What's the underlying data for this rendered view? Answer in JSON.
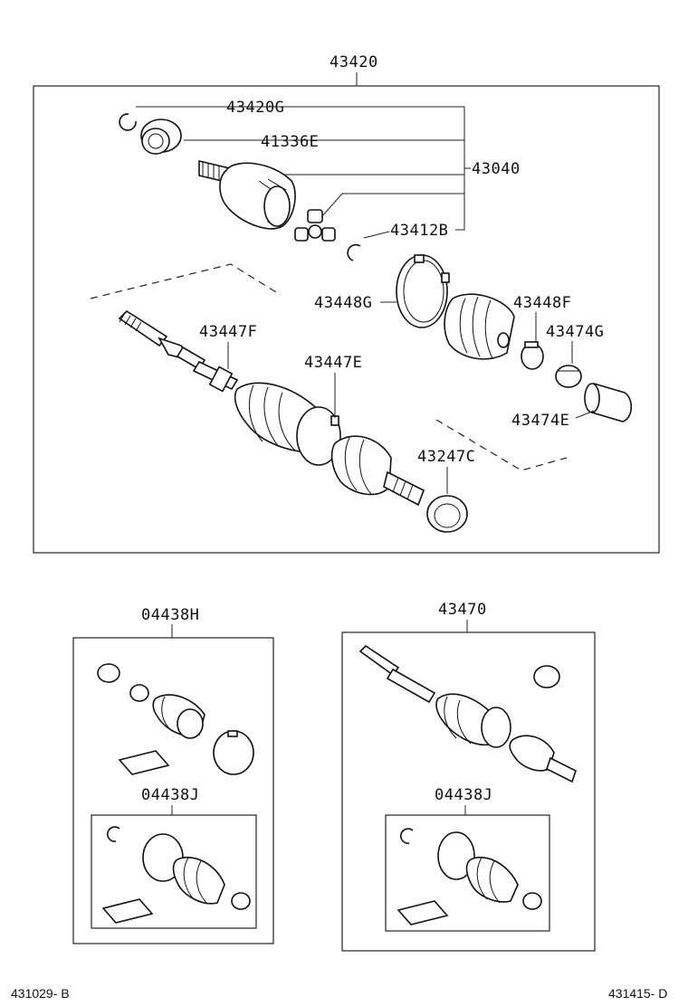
{
  "labels": {
    "main": "43420",
    "p43420g": "43420G",
    "p41336e": "41336E",
    "p43040": "43040",
    "p43412b": "43412B",
    "p43448g": "43448G",
    "p43448f": "43448F",
    "p43474g": "43474G",
    "p43474e": "43474E",
    "p43447f": "43447F",
    "p43447e": "43447E",
    "p43247c": "43247C",
    "kit_left": "04438H",
    "kit_left_inner": "04438J",
    "kit_right": "43470",
    "kit_right_inner": "04438J"
  },
  "footer": {
    "left_ref": "431029- B",
    "right_ref": "431415- D"
  }
}
